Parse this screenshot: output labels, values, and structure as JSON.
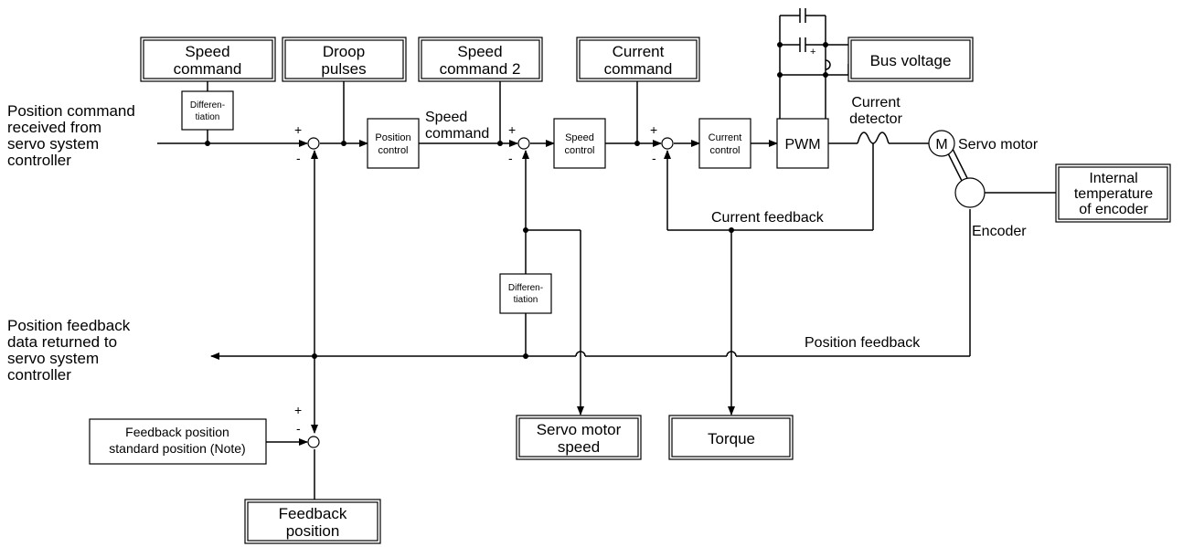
{
  "monitors": {
    "speed_command": [
      "Speed",
      "command"
    ],
    "droop_pulses": [
      "Droop",
      "pulses"
    ],
    "speed_command_2": [
      "Speed",
      "command 2"
    ],
    "current_command": [
      "Current",
      "command"
    ],
    "bus_voltage": [
      "Bus voltage"
    ],
    "internal_temp": [
      "Internal",
      "temperature",
      "of encoder"
    ],
    "servo_motor_speed": [
      "Servo motor",
      "speed"
    ],
    "torque": [
      "Torque"
    ],
    "feedback_position": [
      "Feedback",
      "position"
    ]
  },
  "blocks": {
    "differentiation_1": [
      "Differen-",
      "tiation"
    ],
    "differentiation_2": [
      "Differen-",
      "tiation"
    ],
    "position_control": [
      "Position",
      "control"
    ],
    "speed_control": [
      "Speed",
      "control"
    ],
    "current_control": [
      "Current",
      "control"
    ],
    "pwm": "PWM",
    "feedback_standard": [
      "Feedback position",
      "standard position (Note)"
    ]
  },
  "labels": {
    "position_command": [
      "Position command",
      "received from",
      "servo system",
      "controller"
    ],
    "position_feedback_data": [
      "Position feedback",
      "data returned to",
      "servo system",
      "controller"
    ],
    "speed_command_wire": [
      "Speed",
      "command"
    ],
    "current_detector": [
      "Current",
      "detector"
    ],
    "servo_motor": "Servo motor",
    "motor_symbol": "M",
    "encoder": "Encoder",
    "current_feedback": "Current feedback",
    "position_feedback": "Position feedback"
  },
  "signs": {
    "plus": "+",
    "minus": "-"
  }
}
